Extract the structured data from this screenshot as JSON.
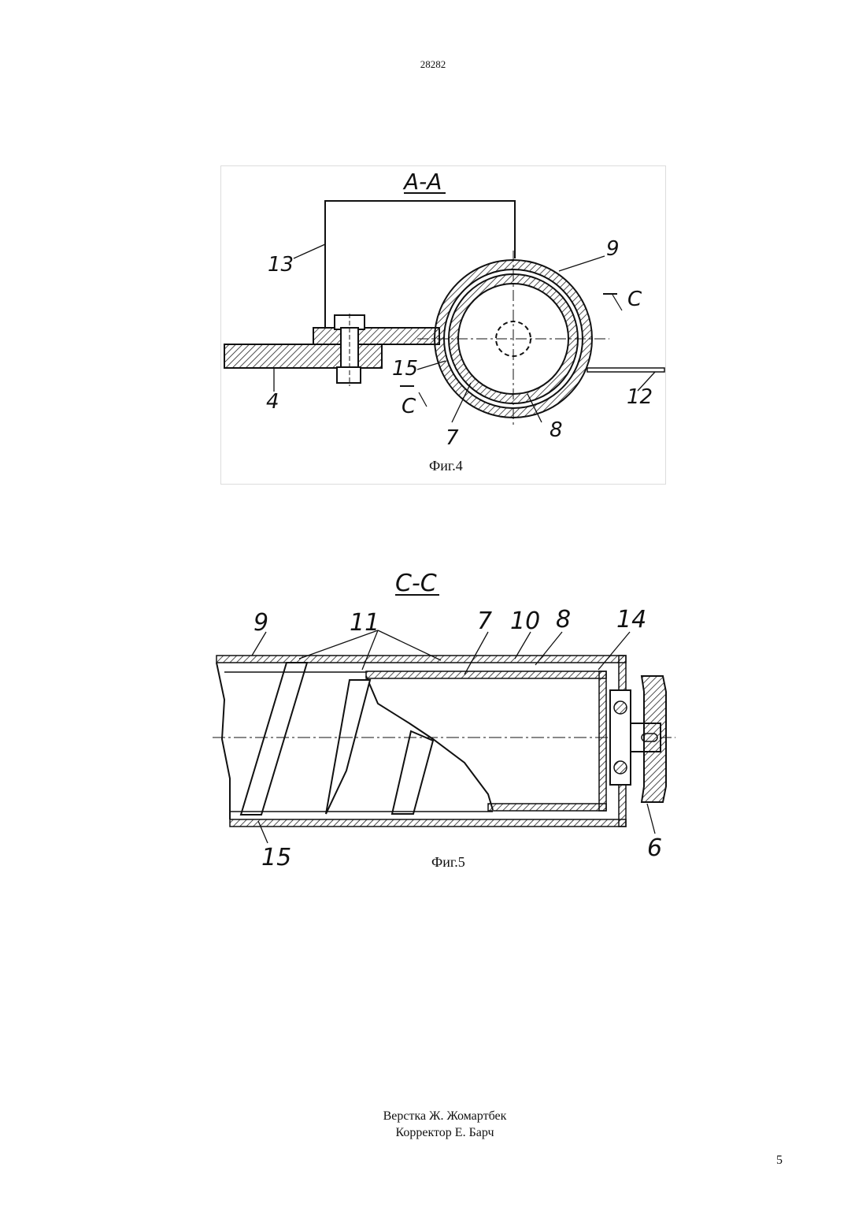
{
  "header": {
    "doc_number": "28282"
  },
  "figure4": {
    "section_title": "A-A",
    "caption": "Фиг.4",
    "labels": {
      "l13": "13",
      "l9": "9",
      "lC1": "C",
      "l4": "4",
      "l15": "15",
      "lC2": "C",
      "l12": "12",
      "l7": "7",
      "l8": "8"
    }
  },
  "figure5": {
    "section_title": "C-C",
    "caption": "Фиг.5",
    "labels": {
      "l9": "9",
      "l11": "11",
      "l7": "7",
      "l10": "10",
      "l8": "8",
      "l14": "14",
      "l15": "15",
      "l6": "6"
    }
  },
  "credits": {
    "layout": "Верстка Ж. Жомартбек",
    "corrector": "Корректор Е. Барч"
  },
  "footer": {
    "page_number": "5"
  }
}
